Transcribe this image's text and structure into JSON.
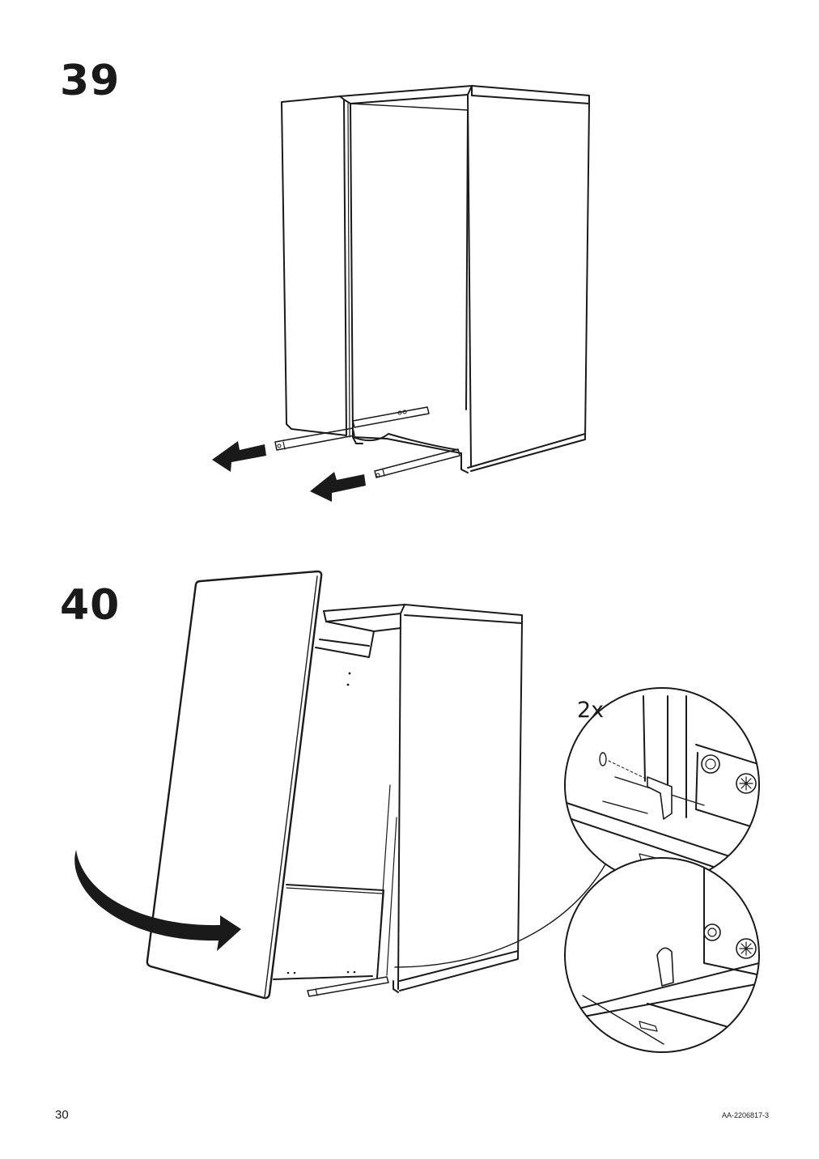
{
  "steps": [
    {
      "number": "39"
    },
    {
      "number": "40",
      "detail_quantity": "2x"
    }
  ],
  "footer": {
    "page_number": "30",
    "document_id": "AA-2206817-3"
  },
  "illustrations": [
    {
      "step": "39",
      "icon": "drawer-runner-removal",
      "arrows": [
        "arrow-left",
        "arrow-left"
      ]
    },
    {
      "step": "40",
      "icon": "door-attach",
      "arrows": [
        "arrow-curved-right"
      ],
      "detail_views": [
        "magnify-detail",
        "magnify-detail"
      ]
    }
  ],
  "colors": {
    "ink": "#1a1a1a",
    "background": "#ffffff"
  }
}
